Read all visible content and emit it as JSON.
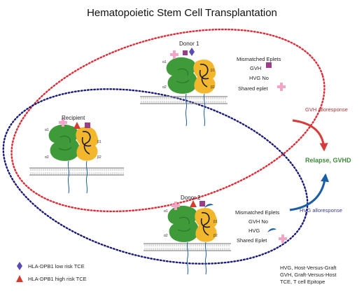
{
  "title": "Hematopoietic Stem Cell Transplantation",
  "colors": {
    "alpha_chain": "#3f9b3a",
    "beta_chain": "#f3b72e",
    "gvh_square": "#9c3d8a",
    "shared_plus": "#f2a6c6",
    "low_risk": "#5b4bb5",
    "high_risk": "#d43c2f",
    "donor1_ring": "#e02a35",
    "donor2_ring": "#1a1a7a",
    "gvh_arrow": "#d83a3a",
    "hvg_arrow": "#1b5ea8",
    "outcome": "#3e8a3a",
    "hvg_label": "#3b3b9a"
  },
  "donor1": {
    "label": "Donor 1",
    "eplets_title": "Mismatched Eplets",
    "gvh": "GVH",
    "hvg": "HVG No",
    "shared": "Shared eplet"
  },
  "recipient": {
    "label": "Recipient"
  },
  "donor2": {
    "label": "Donor 2",
    "eplets_title": "Mismatched Eplets",
    "gvh": "GVH No",
    "hvg": "HVG",
    "shared": "Shared Eplet"
  },
  "chains": {
    "a1": "α1",
    "a2": "α2",
    "b1": "β1",
    "b2": "β2"
  },
  "gvh_alloresponse": "GVH alloresponse",
  "hvg_alloresponse": "HVG alloresponse",
  "outcome": "Relapse, GVHD",
  "legend": {
    "low": "HLA-DPB1 low risk TCE",
    "high": "HLA-DPB1 high risk TCE"
  },
  "abbreviations": [
    "HVG, Host-Versus-Graft",
    "GVH, Graft-Versus-Host",
    "TCE, T cell Epitope"
  ]
}
